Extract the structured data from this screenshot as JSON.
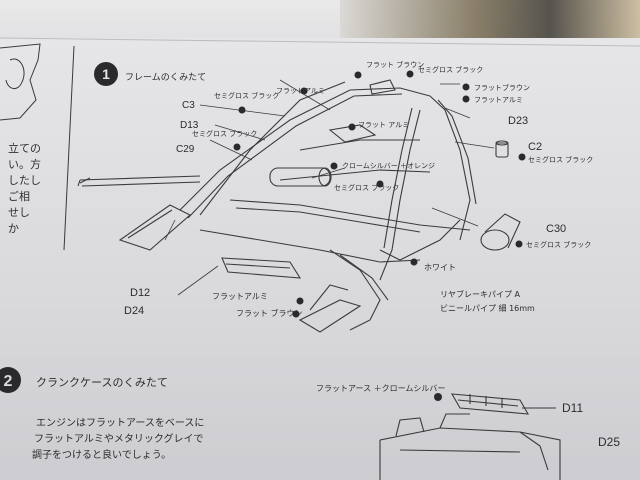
{
  "step1": {
    "number": "1",
    "title": "フレームのくみたて",
    "labels": {
      "flat_brown_top": "フラット ブラウン",
      "semigloss_black_top": "セミグロス ブラック",
      "flat_brown_right": "フラットブラウン",
      "flat_aluminium_left": "フラットアルミ",
      "flat_aluminium_right": "フラットアルミ",
      "flat_aluminium_mid": "フラット アルミ",
      "semigloss_black_c3": "セミグロス ブラック",
      "semigloss_black_c29": "セミグロス ブラック",
      "semigloss_black_c2": "セミグロス ブラック",
      "chrome_silver_orange": "クロームシルバー ＋オレンジ",
      "semigloss_black_mid": "セミグロス ブラック",
      "semigloss_black_c30": "セミグロス ブラック",
      "white": "ホワイト",
      "flat_aluminium_bottom": "フラットアルミ",
      "flat_brown_bottom": "フラット ブラウン",
      "rear_brake_pipe": "リヤブレーキパイプ A",
      "vinyl_pipe": "ビニールパイプ 細 16mm"
    },
    "parts": {
      "c3": "C3",
      "d13": "D13",
      "c29": "C29",
      "d23": "D23",
      "c2": "C2",
      "c30": "C30",
      "d12": "D12",
      "d24": "D24"
    }
  },
  "step2": {
    "number": "2",
    "title": "クランクケースのくみたて",
    "instruction_lines": [
      "エンジンはフラットアースをベースに",
      "フラットアルミやメタリックグレイで",
      "調子をつけると良いでしょう。"
    ],
    "label": "フラットアース ＋クロームシルバー",
    "parts": {
      "d11": "D11",
      "d25": "D25"
    }
  },
  "side_text": [
    "立ての",
    "い。方",
    "したし",
    "ご相",
    "せし",
    "か"
  ]
}
